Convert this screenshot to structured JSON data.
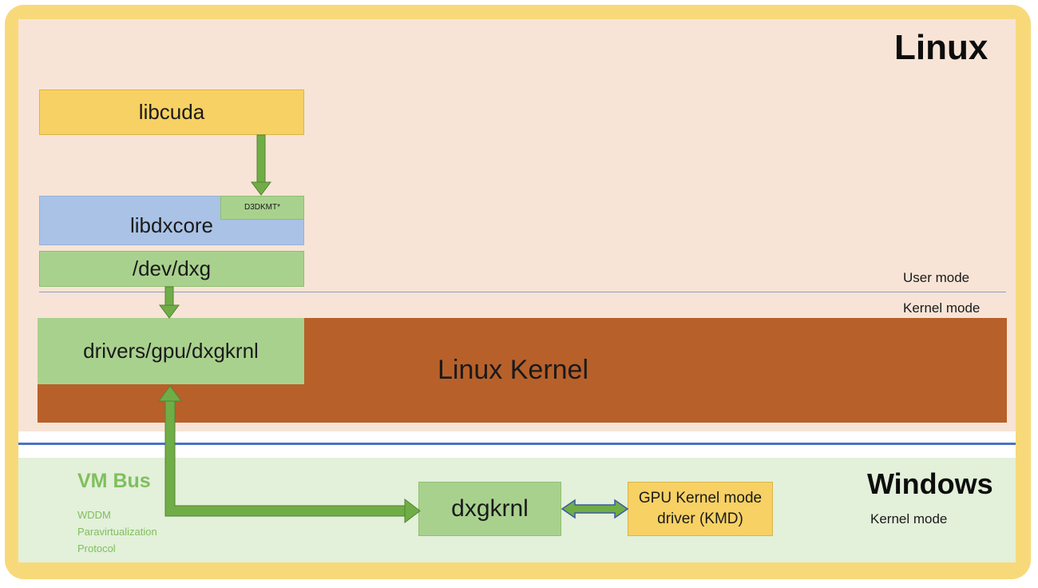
{
  "titles": {
    "linux": "Linux",
    "windows": "Windows"
  },
  "modes": {
    "user_mode": "User mode",
    "kernel_mode_linux": "Kernel mode",
    "kernel_mode_windows": "Kernel mode"
  },
  "boxes": {
    "libcuda": "libcuda",
    "libdxcore": "libdxcore",
    "d3dkmt": "D3DKMT*",
    "dev_dxg": "/dev/dxg",
    "drivers_dxgkrnl": "drivers/gpu/dxgkrnl",
    "linux_kernel": "Linux Kernel",
    "dxgkrnl": "dxgkrnl",
    "kmd_line1": "GPU Kernel mode",
    "kmd_line2": "driver (KMD)"
  },
  "vmbus": {
    "title": "VM Bus",
    "protocol_lines": [
      "WDDM",
      "Paravirtualization",
      "Protocol"
    ]
  },
  "colors": {
    "frame": "#f8d97a",
    "linux_bg": "#f7e4d6",
    "windows_bg": "#e3f0da",
    "green_box": "#a9d18e",
    "yellow_box": "#f7d164",
    "blue_box": "#a9c2e6",
    "kernel_bar": "#b8602a",
    "arrow_green": "#70ad47",
    "vmbus_text": "#7fbf5d"
  }
}
